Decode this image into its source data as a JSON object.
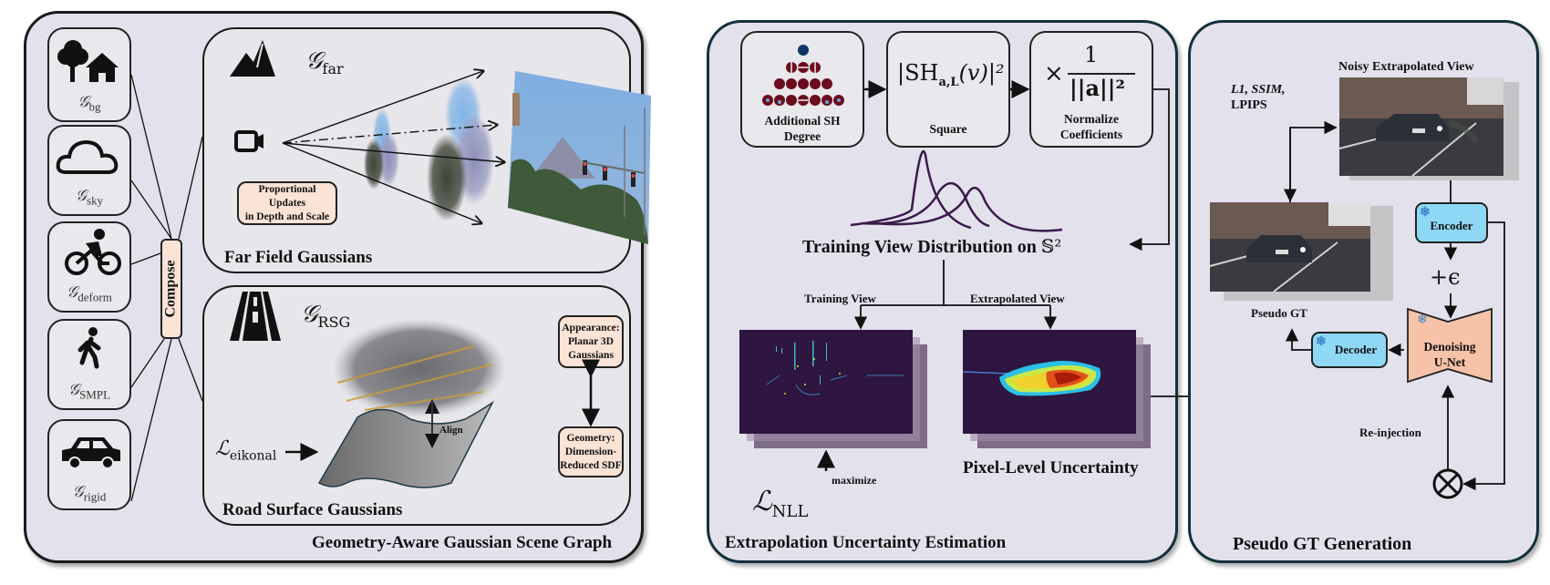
{
  "figure": {
    "left_panel": {
      "title": "Geometry-Aware Gaussian Scene Graph",
      "compose_label": "Compose",
      "nodes": [
        {
          "icon": "tree-house-icon",
          "symbol": "𝒢",
          "subscript": "bg"
        },
        {
          "icon": "cloud-icon",
          "symbol": "𝒢",
          "subscript": "sky"
        },
        {
          "icon": "cyclist-icon",
          "symbol": "𝒢",
          "subscript": "deform"
        },
        {
          "icon": "pedestrian-icon",
          "symbol": "𝒢",
          "subscript": "SMPL"
        },
        {
          "icon": "car-icon",
          "symbol": "𝒢",
          "subscript": "rigid"
        }
      ],
      "far_field": {
        "title": "Far Field Gaussians",
        "symbol": "𝒢",
        "subscript": "far",
        "icon": "mountain-icon",
        "camera_icon": "camera-icon",
        "note": "Proportional Updates in Depth and Scale",
        "note_line1": "Proportional Updates",
        "note_line2": "in Depth and Scale"
      },
      "road_surface": {
        "title": "Road Surface Gaussians",
        "symbol": "𝒢",
        "subscript": "RSG",
        "icon": "road-icon",
        "loss_symbol": "ℒ",
        "loss_subscript": "eikonal",
        "align_label": "Align",
        "appearance_line1": "Appearance:",
        "appearance_line2": "Planar 3D",
        "appearance_line3": "Gaussians",
        "geometry_line1": "Geometry:",
        "geometry_line2": "Dimension-",
        "geometry_line3": "Reduced SDF"
      }
    },
    "middle_panel": {
      "title": "Extrapolation Uncertainty Estimation",
      "sh_box_label_line1": "Additional SH",
      "sh_box_label_line2": "Degree",
      "square_formula": "|SH",
      "square_formula_sub": "a,L",
      "square_formula_tail": "(v)|²",
      "square_label": "Square",
      "normalize_formula_num": "1",
      "normalize_formula_den": "||a||²",
      "normalize_times": "×",
      "normalize_label_line1": "Normalize",
      "normalize_label_line2": "Coefficients",
      "distribution_label": "Training View Distribution on",
      "distribution_sphere": "𝕊²",
      "training_view_label": "Training View",
      "extrapolated_view_label": "Extrapolated View",
      "maximize_label": "maximize",
      "nll_symbol": "ℒ",
      "nll_subscript": "NLL",
      "uncertainty_label": "Pixel-Level Uncertainty"
    },
    "right_panel": {
      "title": "Pseudo GT Generation",
      "noisy_view_label": "Noisy Extrapolated View",
      "loss_label_line1": "L1, SSIM,",
      "loss_label_line2": "LPIPS",
      "pseudo_gt_label": "Pseudo GT",
      "encoder_label": "Encoder",
      "decoder_label": "Decoder",
      "noise_label": "+ϵ",
      "unet_line1": "Denoising",
      "unet_line2": "U-Net",
      "reinjection_label": "Re-injection",
      "frozen_icon": "snowflake-icon",
      "combine_icon": "otimes-icon"
    },
    "colors": {
      "panel_bg": "#e3e1ec",
      "subpanel_bg": "#e7e6ea",
      "peach": "#fbe3d6",
      "encoder_blue": "#8fd8f5",
      "unet_salmon": "#f6c3a8",
      "uncertainty_bg": "#2e1640",
      "curve_purple": "#3a1a4a",
      "sh_red": "#6b0d1e",
      "sh_blue": "#0f3566"
    }
  }
}
